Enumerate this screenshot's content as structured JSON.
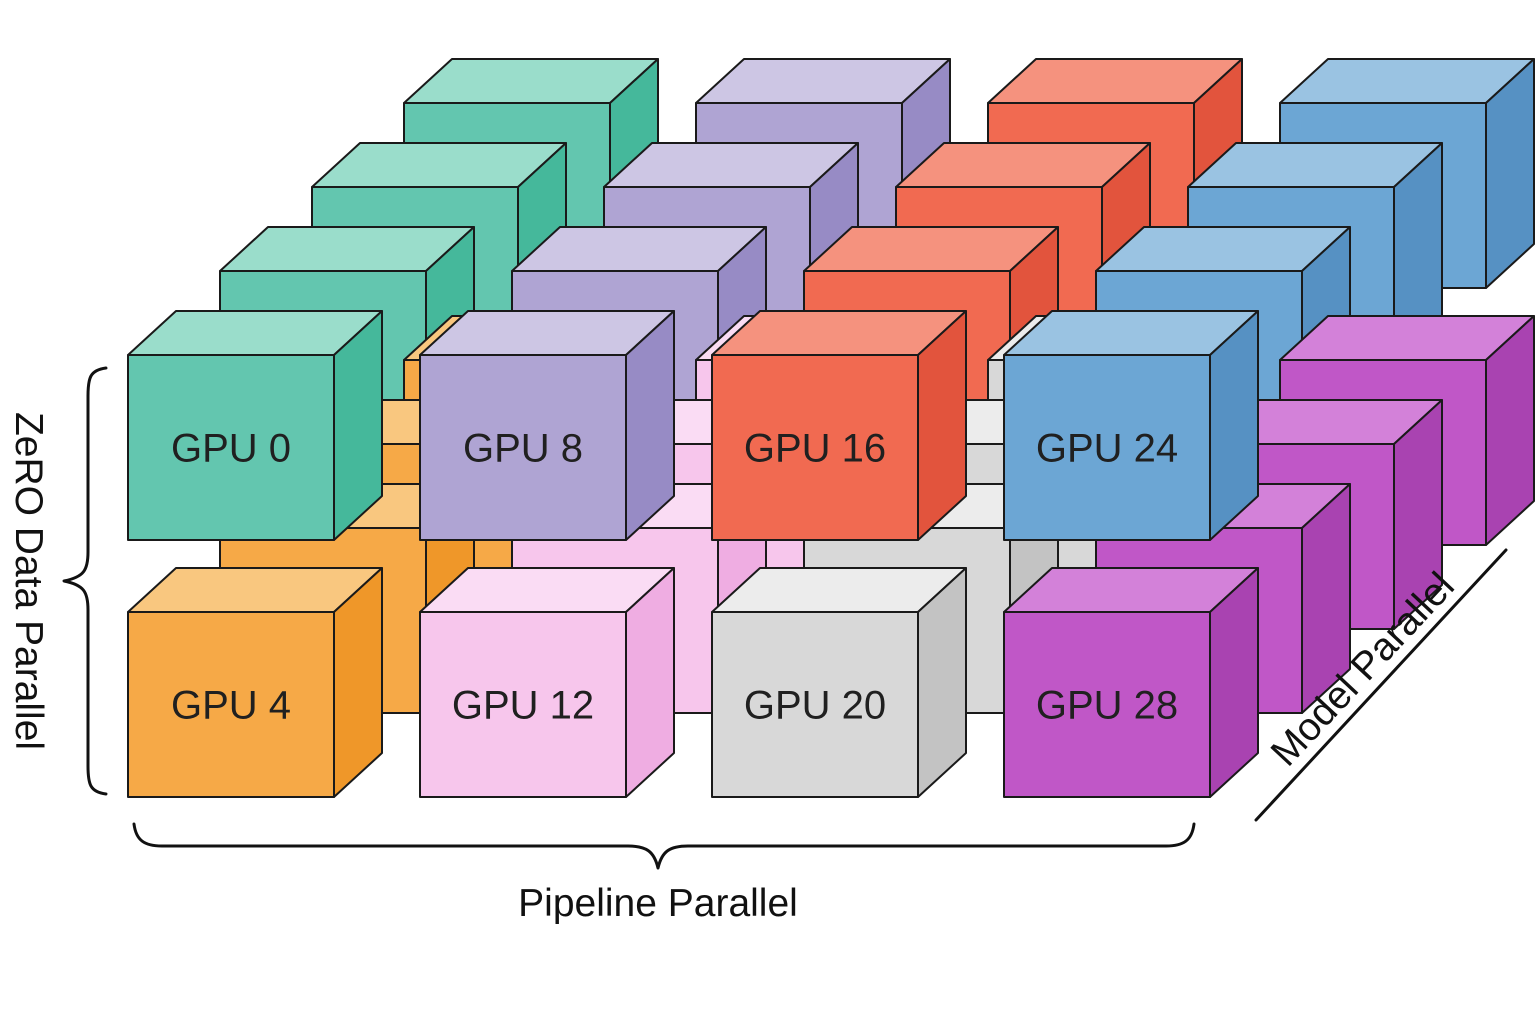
{
  "diagram": {
    "axis_labels": {
      "left": "ZeRO Data Parallel",
      "bottom": "Pipeline Parallel",
      "right": "Model Parallel"
    },
    "grid": {
      "rows": 2,
      "pipeline_stages": 4,
      "depth_per_stack": 4
    },
    "stroke": "#1A1A1A",
    "label_color": "#202020",
    "stacks": [
      {
        "label": "GPU 0",
        "row": 0,
        "col": 0,
        "colors": {
          "front": "#63C6AF",
          "top": "#9ADDCB",
          "side": "#45B89B"
        }
      },
      {
        "label": "GPU 8",
        "row": 0,
        "col": 1,
        "colors": {
          "front": "#AFA4D3",
          "top": "#CDC6E4",
          "side": "#978BC5"
        }
      },
      {
        "label": "GPU 16",
        "row": 0,
        "col": 2,
        "colors": {
          "front": "#F16A51",
          "top": "#F5927E",
          "side": "#E2543D"
        }
      },
      {
        "label": "GPU 24",
        "row": 0,
        "col": 3,
        "colors": {
          "front": "#6CA6D4",
          "top": "#9AC3E2",
          "side": "#5691C3"
        }
      },
      {
        "label": "GPU 4",
        "row": 1,
        "col": 0,
        "colors": {
          "front": "#F6A947",
          "top": "#F9C77F",
          "side": "#EF9729"
        }
      },
      {
        "label": "GPU 12",
        "row": 1,
        "col": 1,
        "colors": {
          "front": "#F7C6EC",
          "top": "#FADCF4",
          "side": "#EFADE2"
        }
      },
      {
        "label": "GPU 20",
        "row": 1,
        "col": 2,
        "colors": {
          "front": "#D8D8D8",
          "top": "#ECECEC",
          "side": "#C3C3C3"
        }
      },
      {
        "label": "GPU 28",
        "row": 1,
        "col": 3,
        "colors": {
          "front": "#C057C7",
          "top": "#D381D9",
          "side": "#A943B1"
        }
      }
    ]
  }
}
